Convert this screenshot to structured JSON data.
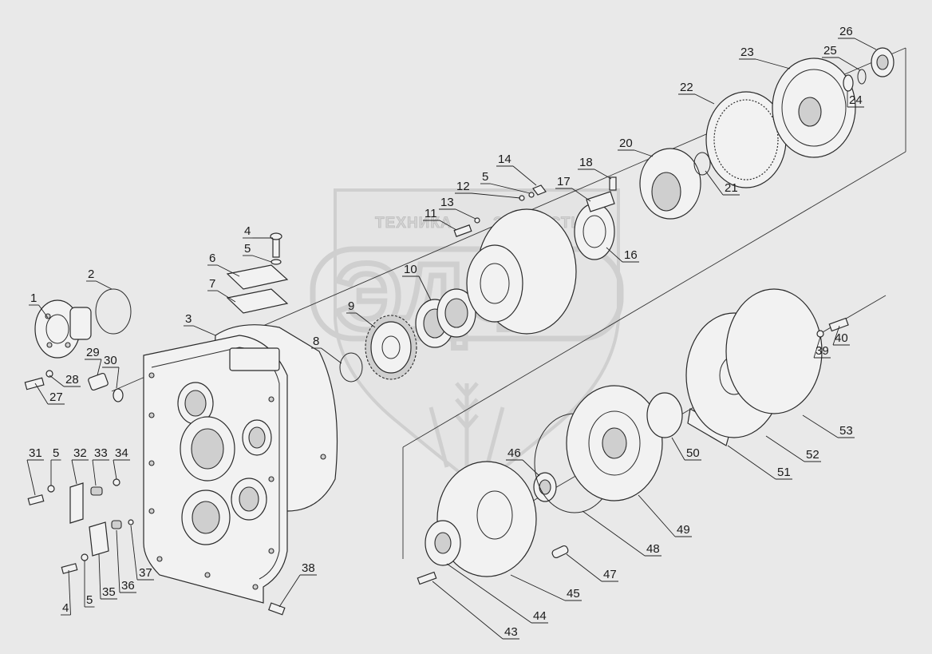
{
  "watermark": {
    "top_text_left": "ТЕХНИКА",
    "top_text_right": "ЗАПЧАСТИ",
    "logo_text": "ЭДФ"
  },
  "callouts": [
    {
      "id": "c1",
      "label": "1"
    },
    {
      "id": "c2",
      "label": "2"
    },
    {
      "id": "c3",
      "label": "3"
    },
    {
      "id": "c4a",
      "label": "4"
    },
    {
      "id": "c5a",
      "label": "5"
    },
    {
      "id": "c6",
      "label": "6"
    },
    {
      "id": "c7",
      "label": "7"
    },
    {
      "id": "c8",
      "label": "8"
    },
    {
      "id": "c9",
      "label": "9"
    },
    {
      "id": "c10",
      "label": "10"
    },
    {
      "id": "c11",
      "label": "11"
    },
    {
      "id": "c12",
      "label": "12"
    },
    {
      "id": "c13",
      "label": "13"
    },
    {
      "id": "c14",
      "label": "14"
    },
    {
      "id": "c5b",
      "label": "5"
    },
    {
      "id": "c16",
      "label": "16"
    },
    {
      "id": "c17",
      "label": "17"
    },
    {
      "id": "c18",
      "label": "18"
    },
    {
      "id": "c20",
      "label": "20"
    },
    {
      "id": "c21",
      "label": "21"
    },
    {
      "id": "c22",
      "label": "22"
    },
    {
      "id": "c23",
      "label": "23"
    },
    {
      "id": "c24",
      "label": "24"
    },
    {
      "id": "c25",
      "label": "25"
    },
    {
      "id": "c26",
      "label": "26"
    },
    {
      "id": "c27",
      "label": "27"
    },
    {
      "id": "c28",
      "label": "28"
    },
    {
      "id": "c29",
      "label": "29"
    },
    {
      "id": "c30",
      "label": "30"
    },
    {
      "id": "c31",
      "label": "31"
    },
    {
      "id": "c5c",
      "label": "5"
    },
    {
      "id": "c32",
      "label": "32"
    },
    {
      "id": "c33",
      "label": "33"
    },
    {
      "id": "c34",
      "label": "34"
    },
    {
      "id": "c4b",
      "label": "4"
    },
    {
      "id": "c5d",
      "label": "5"
    },
    {
      "id": "c35",
      "label": "35"
    },
    {
      "id": "c36",
      "label": "36"
    },
    {
      "id": "c37",
      "label": "37"
    },
    {
      "id": "c38",
      "label": "38"
    },
    {
      "id": "c39",
      "label": "39"
    },
    {
      "id": "c40",
      "label": "40"
    },
    {
      "id": "c43",
      "label": "43"
    },
    {
      "id": "c44",
      "label": "44"
    },
    {
      "id": "c45",
      "label": "45"
    },
    {
      "id": "c46",
      "label": "46"
    },
    {
      "id": "c47",
      "label": "47"
    },
    {
      "id": "c48",
      "label": "48"
    },
    {
      "id": "c49",
      "label": "49"
    },
    {
      "id": "c50",
      "label": "50"
    },
    {
      "id": "c51",
      "label": "51"
    },
    {
      "id": "c52",
      "label": "52"
    },
    {
      "id": "c53",
      "label": "53"
    }
  ]
}
